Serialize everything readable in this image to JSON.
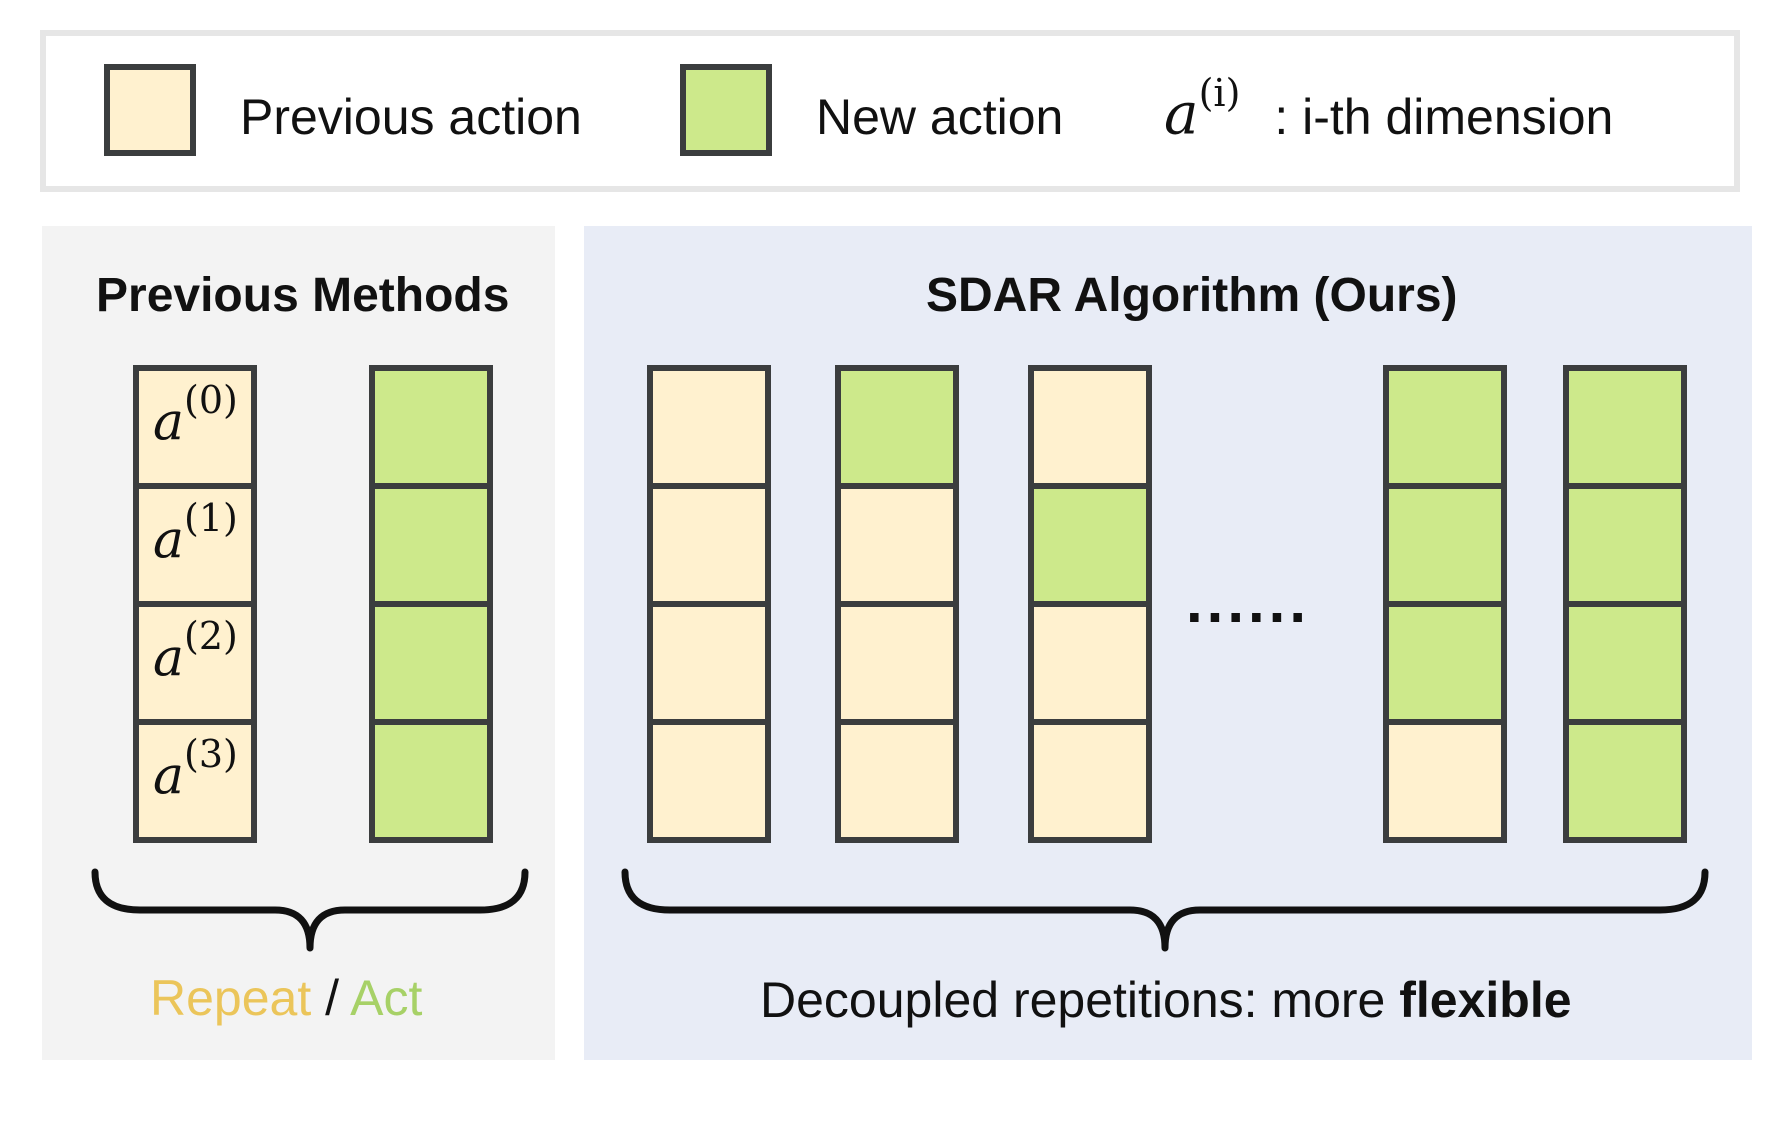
{
  "legend": {
    "previous_label": "Previous action",
    "new_label": "New action",
    "dim_symbol": "a",
    "dim_superscript": "(i)",
    "dim_text": ": i-th dimension"
  },
  "left_panel": {
    "title": "Previous Methods",
    "cell_labels": [
      "(0)",
      "(1)",
      "(2)",
      "(3)"
    ],
    "cell_symbol": "a",
    "caption_repeat": "Repeat",
    "caption_sep": " / ",
    "caption_act": "Act"
  },
  "right_panel": {
    "title": "SDAR Algorithm (Ours)",
    "ellipsis": "......",
    "caption_prefix": "Decoupled repetitions: more ",
    "caption_bold": "flexible"
  },
  "colors": {
    "previous": "#fff1cf",
    "new": "#cde98b",
    "repeat_text": "#ebc55a",
    "act_text": "#a7d167"
  }
}
